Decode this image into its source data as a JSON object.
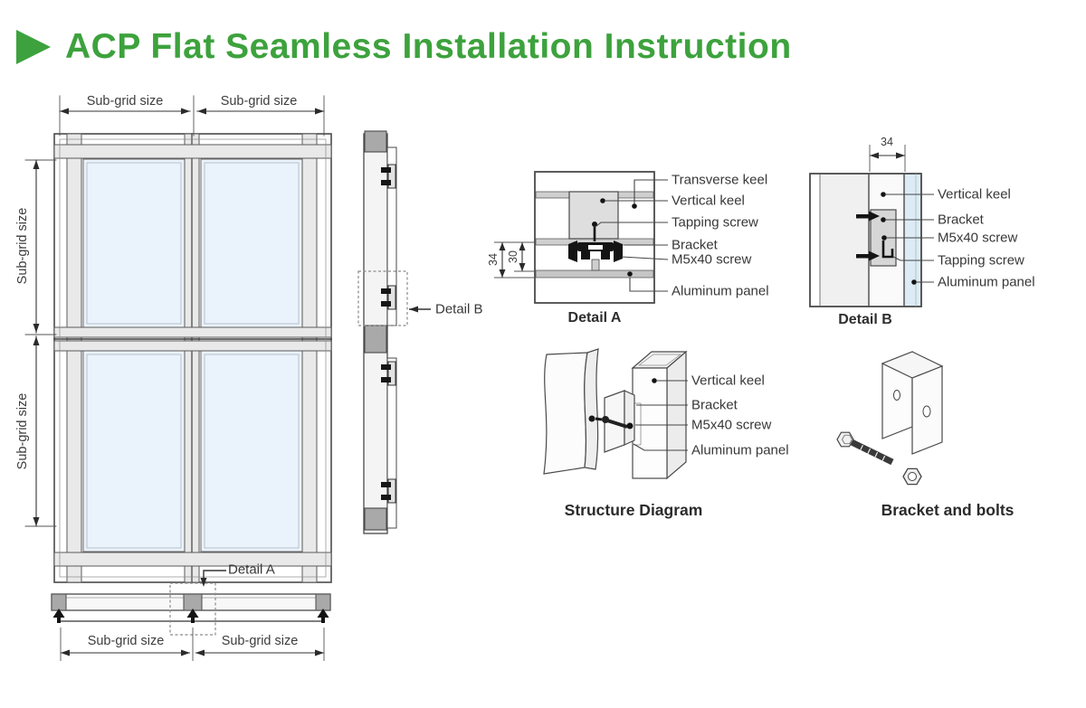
{
  "title": {
    "arrow_icon": "play-triangle",
    "text": "ACP Flat Seamless Installation Instruction",
    "color": "#3da23d"
  },
  "front_view": {
    "dim_top_left": "Sub-grid size",
    "dim_top_right": "Sub-grid size",
    "dim_left_top": "Sub-grid size",
    "dim_left_bottom": "Sub-grid size"
  },
  "side_view": {
    "callout": "Detail B"
  },
  "detail_a": {
    "caption": "Detail A",
    "dim_outer": "34",
    "dim_inner": "30",
    "labels": [
      "Transverse keel",
      "Vertical keel",
      "Tapping screw",
      "Bracket",
      "M5x40 screw",
      "Aluminum panel"
    ]
  },
  "detail_b": {
    "caption": "Detail B",
    "dim_width": "34",
    "labels": [
      "Vertical keel",
      "Bracket",
      "M5x40 screw",
      "Tapping screw",
      "Aluminum panel"
    ]
  },
  "structure_diagram": {
    "caption": "Structure Diagram",
    "labels": [
      "Vertical keel",
      "Bracket",
      "M5x40 screw",
      "Aluminum panel"
    ]
  },
  "bracket_and_bolts": {
    "caption": "Bracket and bolts"
  },
  "bottom_view": {
    "callout": "Detail A",
    "dim_left": "Sub-grid size",
    "dim_right": "Sub-grid size"
  },
  "colors": {
    "accent_green": "#3da23d",
    "line": "#4a4a4a",
    "panel_fill": "#eaf2fb",
    "keel_gray": "#a9a9a9",
    "band_gray": "#e9e9e9",
    "panel_blue": "#ddecf4"
  }
}
